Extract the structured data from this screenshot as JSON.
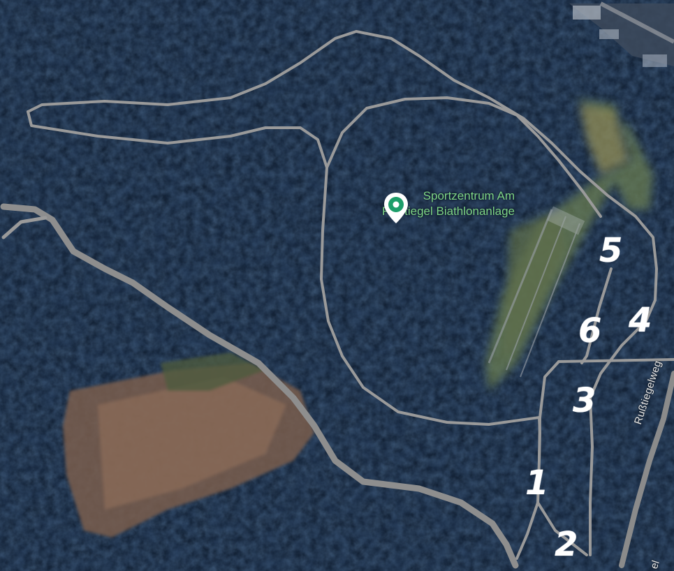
{
  "place": {
    "name_line1": "Sportzentrum Am",
    "name_line2": "Rußtiegel Biathlonanlage",
    "pin_icon": "map-pin-icon",
    "label_color": "#7fd687",
    "pin_color": "#ffffff",
    "pin_dot_color": "#1e9e6a"
  },
  "roads": {
    "main_road_name": "Rußtiegelweg",
    "bottom_road_fragment": "el"
  },
  "trail_markers": [
    "1",
    "2",
    "3",
    "4",
    "5",
    "6"
  ],
  "colors": {
    "forest": "#122035",
    "trail": "#9a9a9a",
    "clearing": "#8a6c57",
    "slope": "#6e7a52"
  }
}
